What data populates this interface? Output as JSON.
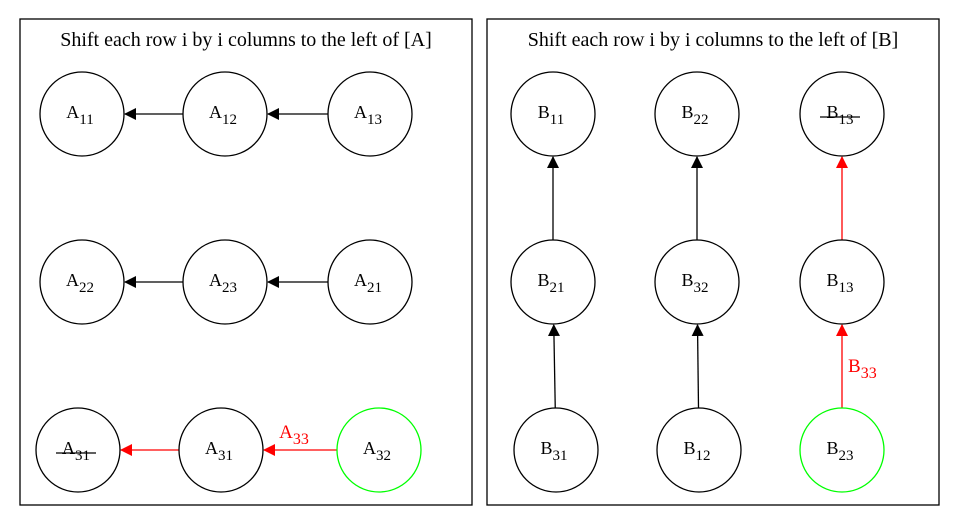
{
  "colors": {
    "default": "#000000",
    "highlight_edge": "#ff0000",
    "highlight_node": "#00ff00",
    "background": "#ffffff"
  },
  "panels": [
    {
      "id": "A",
      "title": "Shift each row i by i columns to the left of [A]",
      "nodes": [
        {
          "id": "a11",
          "main": "A",
          "sub": "11",
          "row": 0,
          "col": 0
        },
        {
          "id": "a12",
          "main": "A",
          "sub": "12",
          "row": 0,
          "col": 1
        },
        {
          "id": "a13",
          "main": "A",
          "sub": "13",
          "row": 0,
          "col": 2
        },
        {
          "id": "a22",
          "main": "A",
          "sub": "22",
          "row": 1,
          "col": 0
        },
        {
          "id": "a23",
          "main": "A",
          "sub": "23",
          "row": 1,
          "col": 1
        },
        {
          "id": "a21",
          "main": "A",
          "sub": "21",
          "row": 1,
          "col": 2
        },
        {
          "id": "a31x",
          "main": "A",
          "sub": "31",
          "row": 2,
          "col": 0,
          "struck": true
        },
        {
          "id": "a31",
          "main": "A",
          "sub": "31",
          "row": 2,
          "col": 1
        },
        {
          "id": "a32",
          "main": "A",
          "sub": "32",
          "row": 2,
          "col": 2,
          "highlight": true
        }
      ],
      "edges": [
        {
          "from": "a12",
          "to": "a11"
        },
        {
          "from": "a13",
          "to": "a12"
        },
        {
          "from": "a23",
          "to": "a22"
        },
        {
          "from": "a21",
          "to": "a23"
        },
        {
          "from": "a31",
          "to": "a31x",
          "highlight": true
        },
        {
          "from": "a32",
          "to": "a31",
          "highlight": true,
          "label_main": "A",
          "label_sub": "33"
        }
      ]
    },
    {
      "id": "B",
      "title": "Shift each row i by i columns to the left of [B]",
      "nodes": [
        {
          "id": "b11",
          "main": "B",
          "sub": "11",
          "row": 0,
          "col": 0
        },
        {
          "id": "b22",
          "main": "B",
          "sub": "22",
          "row": 0,
          "col": 1
        },
        {
          "id": "b13x",
          "main": "B",
          "sub": "13",
          "row": 0,
          "col": 2,
          "struck": true
        },
        {
          "id": "b21",
          "main": "B",
          "sub": "21",
          "row": 1,
          "col": 0
        },
        {
          "id": "b32",
          "main": "B",
          "sub": "32",
          "row": 1,
          "col": 1
        },
        {
          "id": "b13",
          "main": "B",
          "sub": "13",
          "row": 1,
          "col": 2
        },
        {
          "id": "b31",
          "main": "B",
          "sub": "31",
          "row": 2,
          "col": 0
        },
        {
          "id": "b12",
          "main": "B",
          "sub": "12",
          "row": 2,
          "col": 1
        },
        {
          "id": "b23",
          "main": "B",
          "sub": "23",
          "row": 2,
          "col": 2,
          "highlight": true
        }
      ],
      "edges": [
        {
          "from": "b21",
          "to": "b11"
        },
        {
          "from": "b31",
          "to": "b21"
        },
        {
          "from": "b32",
          "to": "b22"
        },
        {
          "from": "b12",
          "to": "b32"
        },
        {
          "from": "b13",
          "to": "b13x",
          "highlight": true
        },
        {
          "from": "b23",
          "to": "b13",
          "highlight": true,
          "label_main": "B",
          "label_sub": "33"
        }
      ]
    }
  ]
}
